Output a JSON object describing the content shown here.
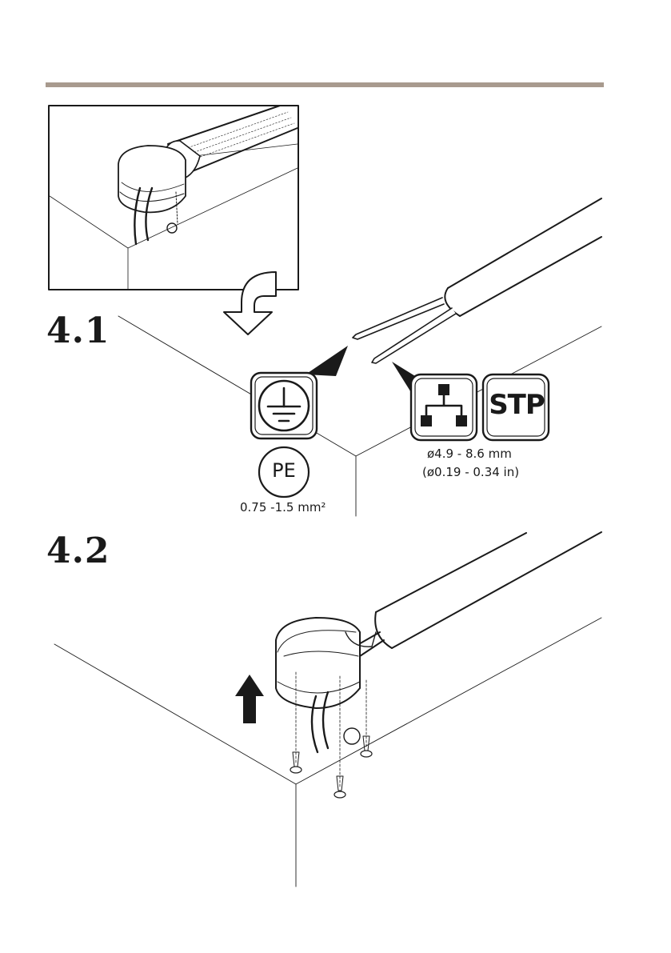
{
  "colors": {
    "header_bar": "#a89a8e",
    "ink": "#1a1a1a"
  },
  "steps": [
    {
      "number": "4.1"
    },
    {
      "number": "4.2"
    }
  ],
  "grounding": {
    "badge": "PE",
    "wire_size": "0.75 -1.5 mm²",
    "icon": "protective-earth-icon"
  },
  "network_cable": {
    "type_label": "STP",
    "diameter_mm": "ø4.9 - 8.6 mm",
    "diameter_in": "(ø0.19 - 0.34 in)",
    "icon": "network-lan-icon"
  }
}
